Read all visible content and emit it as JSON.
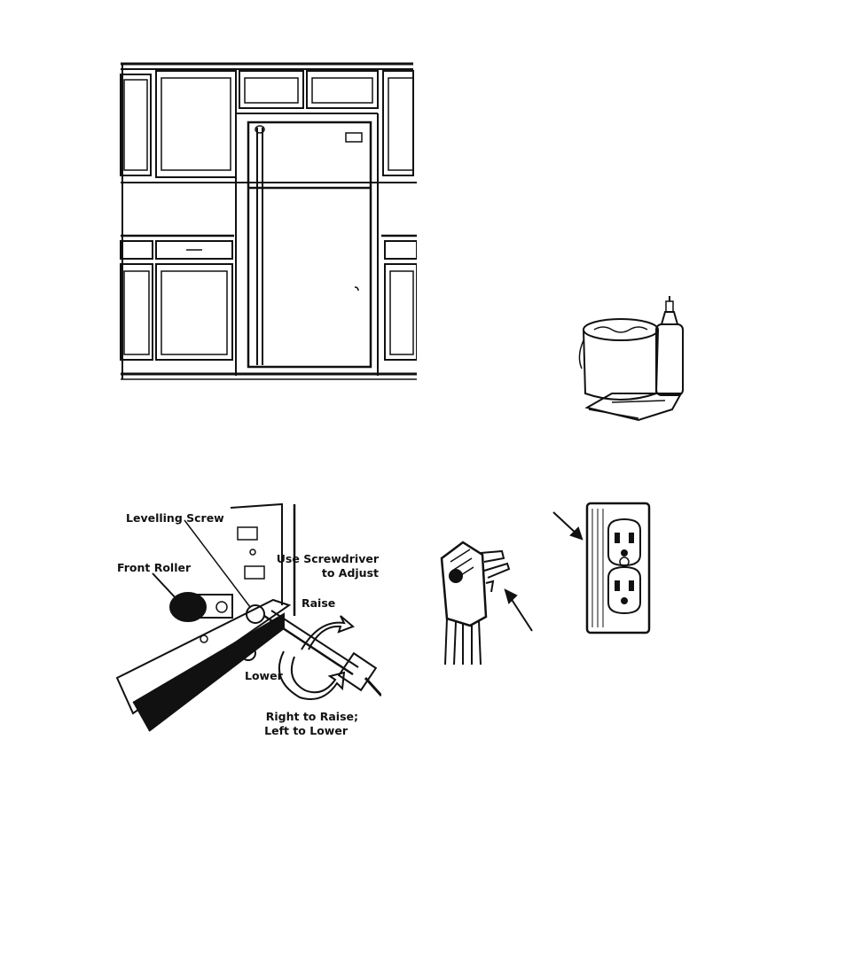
{
  "illustrations": {
    "cabinet_fridge": {
      "icon": "refrigerator-in-cabinet-icon"
    },
    "cleaning_supplies": {
      "icon": "bucket-and-detergent-icon"
    },
    "levelling": {
      "icon": "levelling-screw-diagram-icon",
      "labels": {
        "levelling_screw": "Levelling Screw",
        "front_roller": "Front Roller",
        "use_screwdriver": "Use Screwdriver",
        "to_adjust": "to Adjust",
        "raise": "Raise",
        "lower": "Lower",
        "right_to_raise": "Right to Raise;",
        "left_to_lower": "Left to Lower"
      }
    },
    "plug_outlet": {
      "icon": "three-prong-plug-and-outlet-icon"
    }
  }
}
